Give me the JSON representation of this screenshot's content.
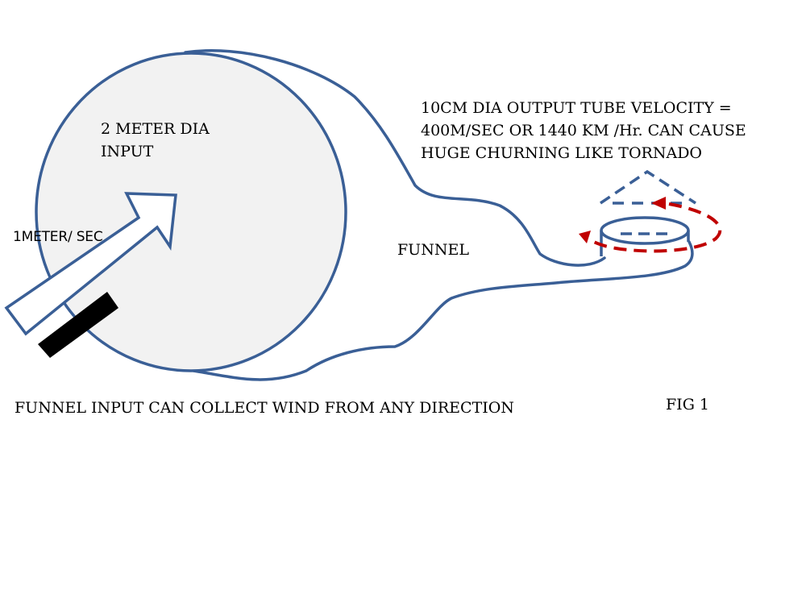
{
  "diagram": {
    "input_label_line1": "2 METER DIA",
    "input_label_line2": "INPUT",
    "speed_label": "1METER/ SEC",
    "funnel_label": "FUNNEL",
    "output_label_line1": "10CM DIA  OUTPUT TUBE VELOCITY =",
    "output_label_line2": "400M/SEC OR 1440 KM /Hr.  CAN CAUSE",
    "output_label_line3": "HUGE CHURNING LIKE TORNADO",
    "caption": "FUNNEL INPUT CAN COLLECT WIND FROM ANY DIRECTION",
    "figure_label": "FIG 1"
  },
  "colors": {
    "outline": "#3a5f96",
    "disk_fill": "#f2f2f2",
    "swirl": "#c00000",
    "bar": "#000000"
  },
  "icons": {
    "wind_arrow": "arrow-up-right",
    "swirl_arrows": "rotation-arrows"
  }
}
